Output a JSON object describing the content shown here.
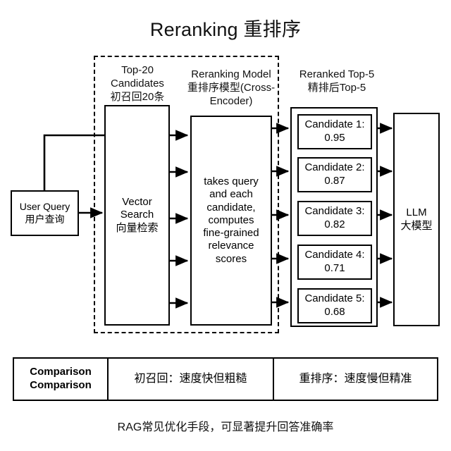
{
  "title": "Reranking 重排序",
  "diagram": {
    "user_query": {
      "line1": "User Query",
      "line2": "用户查询"
    },
    "recall_stage": {
      "label_line1": "Top-20",
      "label_line2": "Candidates",
      "label_line3": "初召回20条",
      "box_line1": "Vector",
      "box_line2": "Search",
      "box_line3": "向量检索"
    },
    "rerank_stage": {
      "label_line1": "Reranking Model",
      "label_line2": "重排序模型(Cross-",
      "label_line3": "Encoder)",
      "box_text": "takes query and each candidate, computes fine-grained relevance scores"
    },
    "reranked_stage": {
      "label_line1": "Reranked Top-5",
      "label_line2": "精排后Top-5",
      "candidates": [
        {
          "name": "Candidate 1:",
          "score": "0.95"
        },
        {
          "name": "Candidate 2:",
          "score": "0.87"
        },
        {
          "name": "Candidate 3:",
          "score": "0.82"
        },
        {
          "name": "Candidate 4:",
          "score": "0.71"
        },
        {
          "name": "Candidate 5:",
          "score": "0.68"
        }
      ]
    },
    "llm": {
      "line1": "LLM",
      "line2": "大模型"
    }
  },
  "comparison": {
    "label_line1": "Comparison",
    "label_line2": "Comparison",
    "recall": "初召回：速度快但粗糙",
    "rerank": "重排序：速度慢但精准"
  },
  "caption": "RAG常见优化手段，可显著提升回答准确率",
  "colors": {
    "stroke": "#000000",
    "background": "#ffffff"
  }
}
